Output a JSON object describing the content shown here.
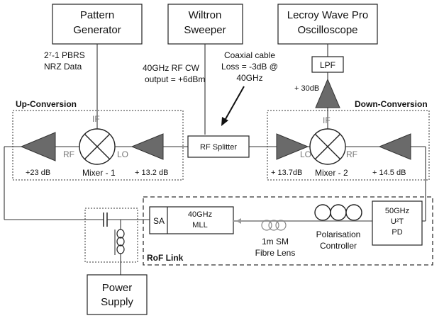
{
  "labels": {
    "pattern_gen_1": "Pattern",
    "pattern_gen_2": "Generator",
    "sweeper_1": "Wiltron",
    "sweeper_2": "Sweeper",
    "scope_1": "Lecroy Wave Pro",
    "scope_2": "Oscilloscope",
    "pbrs_1": "2⁷-1 PBRS",
    "pbrs_2": "NRZ Data",
    "rf_cw_1": "40GHz RF CW",
    "rf_cw_2": "output = +6dBm",
    "coax_1": "Coaxial cable",
    "coax_2": "Loss = -3dB @",
    "coax_3": "40GHz",
    "lpf": "LPF",
    "gain_30": "+ 30dB",
    "up_conv": "Up-Conversion",
    "down_conv": "Down-Conversion",
    "if_1": "IF",
    "if_2": "IF",
    "rf_1": "RF",
    "lo_1": "LO",
    "lo_2": "LO",
    "rf_2": "RF",
    "rf_splitter": "RF Splitter",
    "gain_23": "+23 dB",
    "mixer1": "Mixer - 1",
    "gain_132": "+ 13.2 dB",
    "gain_137": "+ 13.7dB",
    "mixer2": "Mixer - 2",
    "gain_145": "+ 14.5 dB",
    "sa": "SA",
    "mll_1": "40GHz",
    "mll_2": "MLL",
    "pd_1": "50GHz",
    "pd_2": "U²T",
    "pd_3": "PD",
    "sm_1": "1m SM",
    "sm_2": "Fibre Lens",
    "pol_1": "Polarisation",
    "pol_2": "Controller",
    "rof": "RoF Link",
    "power_1": "Power",
    "power_2": "Supply"
  }
}
